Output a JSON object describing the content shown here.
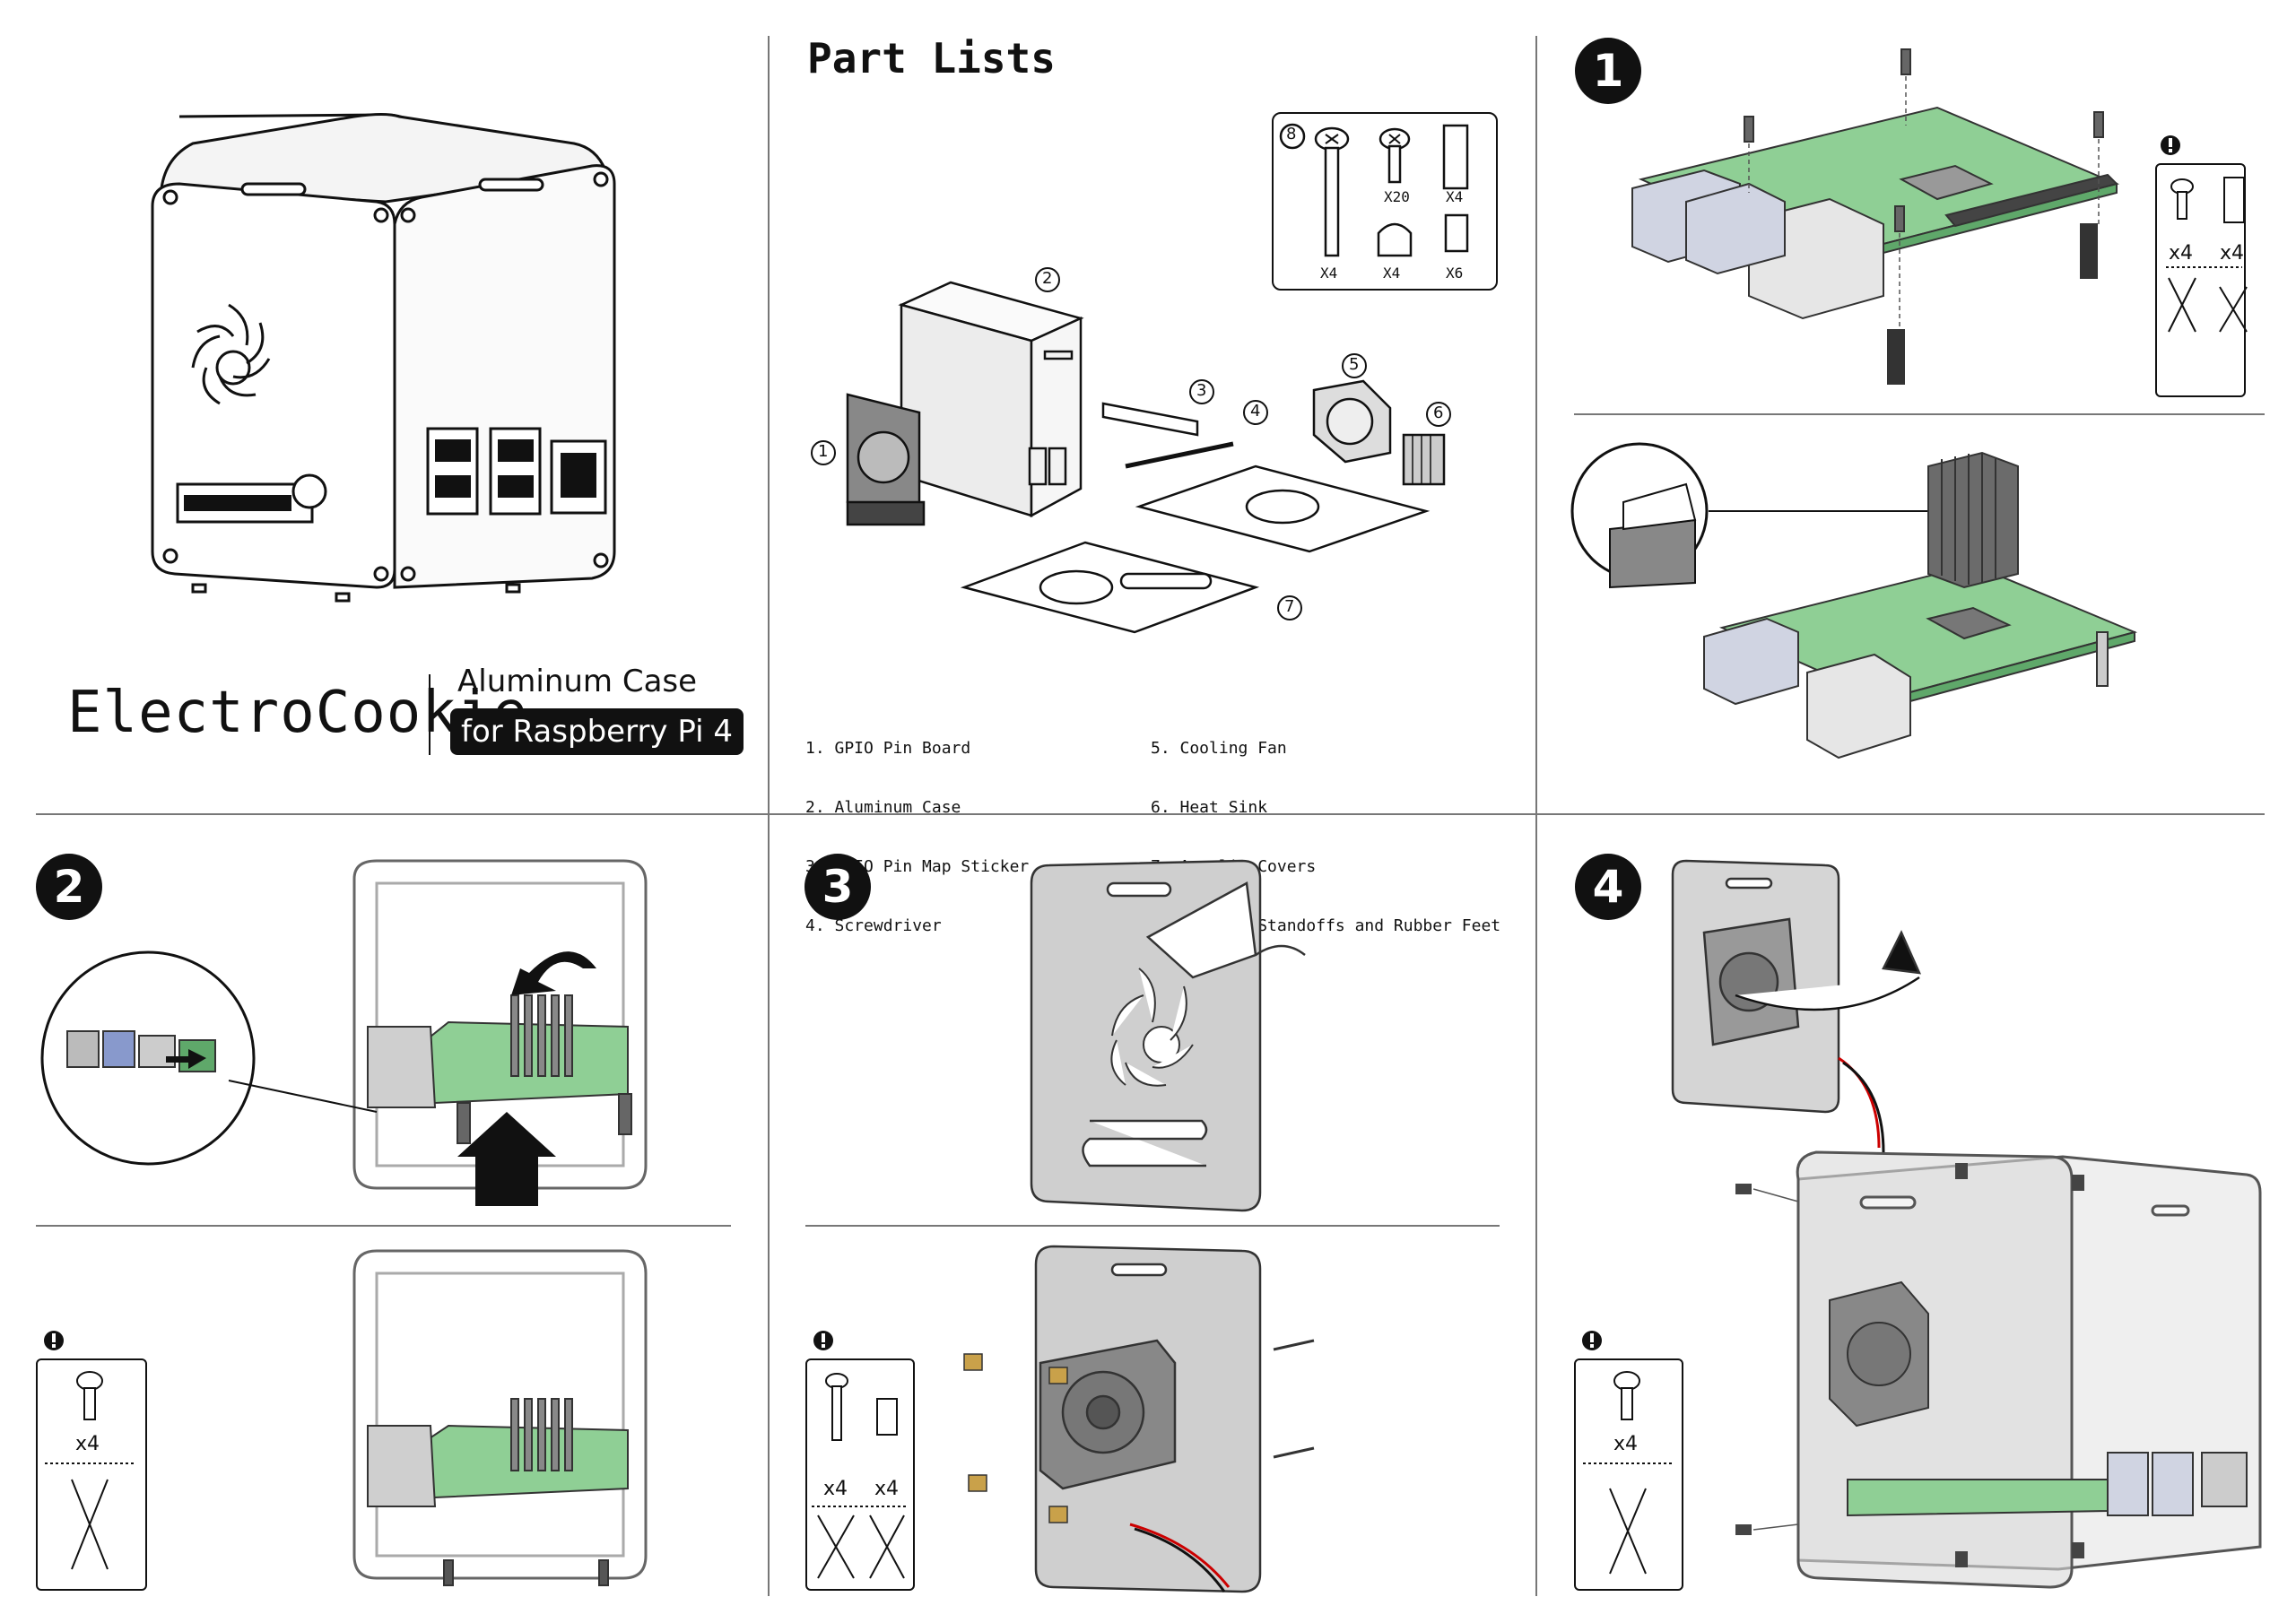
{
  "brand": {
    "logo_text": "ElectroCookie",
    "product_line1": "Aluminum Case",
    "product_line2": "for Raspberry Pi 4"
  },
  "parts": {
    "title": "Part Lists",
    "items_left": [
      "1. GPIO Pin Board",
      "2. Aluminum Case",
      "3. GPIO Pin Map Sticker",
      "4. Screwdriver"
    ],
    "items_right": [
      "5. Cooling Fan",
      "6. Heat Sink",
      "7. Acrylic Covers",
      "8. Screws, Standoffs and Rubber Feet"
    ],
    "hardware": {
      "callout": "8",
      "screw_long_qty": "X4",
      "screw_short_qty": "X20",
      "standoff_long_qty": "X4",
      "rubber_foot_qty": "X4",
      "standoff_short_qty": "X6"
    },
    "callouts": [
      "1",
      "2",
      "3",
      "4",
      "5",
      "6",
      "7"
    ]
  },
  "steps": {
    "s1": "1",
    "s2": "2",
    "s3": "3",
    "s4": "4"
  },
  "notes": {
    "step1": {
      "screw_qty": "x4",
      "standoff_qty": "x4"
    },
    "step2": {
      "screw_qty": "x4"
    },
    "step3": {
      "screw_qty": "x4",
      "standoff_qty": "x4"
    },
    "step4": {
      "screw_qty": "x4"
    }
  },
  "colors": {
    "ink": "#111111",
    "pcb_green": "#5fa86a",
    "case_grey": "#d8d8d8",
    "acrylic_grey": "#cfcfcf",
    "heatsink": "#6b6b6b",
    "brass": "#c9a14a"
  }
}
